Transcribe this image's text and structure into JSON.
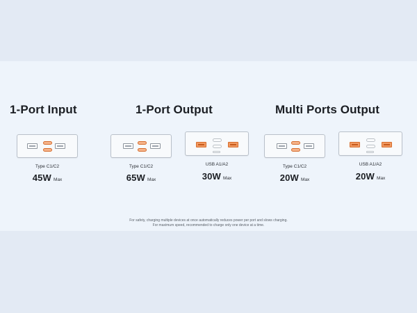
{
  "sections": {
    "input": {
      "title": "1-Port Input"
    },
    "single_output": {
      "title": "1-Port Output"
    },
    "multi_output": {
      "title": "Multi Ports Output"
    }
  },
  "cards": [
    {
      "port_label": "Type C1/C2",
      "watts": "45W",
      "max": "Max",
      "active": "usbc"
    },
    {
      "port_label": "Type C1/C2",
      "watts": "65W",
      "max": "Max",
      "active": "usbc"
    },
    {
      "port_label": "USB A1/A2",
      "watts": "30W",
      "max": "Max",
      "active": "usba"
    },
    {
      "port_label": "Type C1/C2",
      "watts": "20W",
      "max": "Max",
      "active": "usbc"
    },
    {
      "port_label": "USB A1/A2",
      "watts": "20W",
      "max": "Max",
      "active": "usba"
    }
  ],
  "footnote": {
    "line1": "For safety, charging multiple devices at once automatically reduces power per port and slows charging.",
    "line2": "For maximum speed, recommended to charge only one device at a time."
  },
  "colors": {
    "accent": "#f19a62",
    "page_bg": "#eef4fb",
    "outer_bg": "#e3eaf4"
  }
}
